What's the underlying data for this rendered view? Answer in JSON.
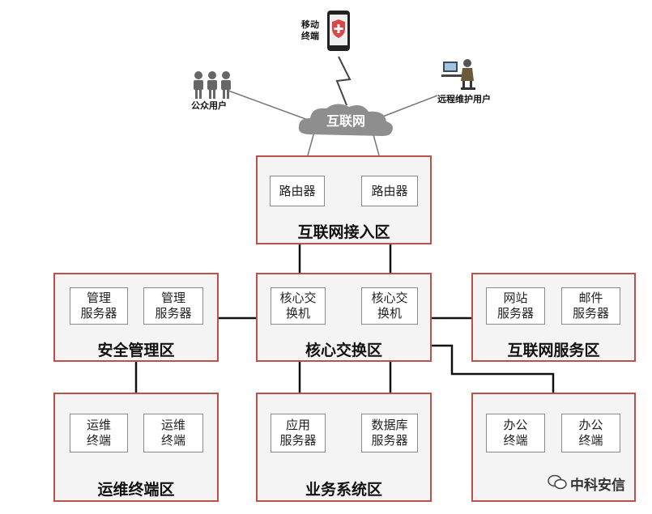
{
  "top": {
    "mobile_label": "移动\n终端",
    "public_users_label": "公众用户",
    "remote_users_label": "远程维护用户",
    "internet_cloud_label": "互联网"
  },
  "zones": {
    "internet_access": {
      "title": "互联网接入区",
      "router1": "路由器",
      "router2": "路由器"
    },
    "security_mgmt": {
      "title": "安全管理区",
      "server1": "管理\n服务器",
      "server2": "管理\n服务器"
    },
    "core_switch": {
      "title": "核心交换区",
      "switch1": "核心交\n换机",
      "switch2": "核心交\n换机"
    },
    "internet_service": {
      "title": "互联网服务区",
      "web_server": "网站\n服务器",
      "mail_server": "邮件\n服务器"
    },
    "ops_terminal": {
      "title": "运维终端区",
      "terminal1": "运维\n终端",
      "terminal2": "运维\n终端"
    },
    "business": {
      "title": "业务系统区",
      "app_server": "应用\n服务器",
      "db_server": "数据库\n服务器"
    },
    "office": {
      "terminal1": "办公\n终端",
      "terminal2": "办公\n终端"
    }
  },
  "watermark": "中科安信",
  "colors": {
    "zone_border": "#b8524a",
    "zone_fill": "#f4f4f4",
    "link": "#111111"
  }
}
